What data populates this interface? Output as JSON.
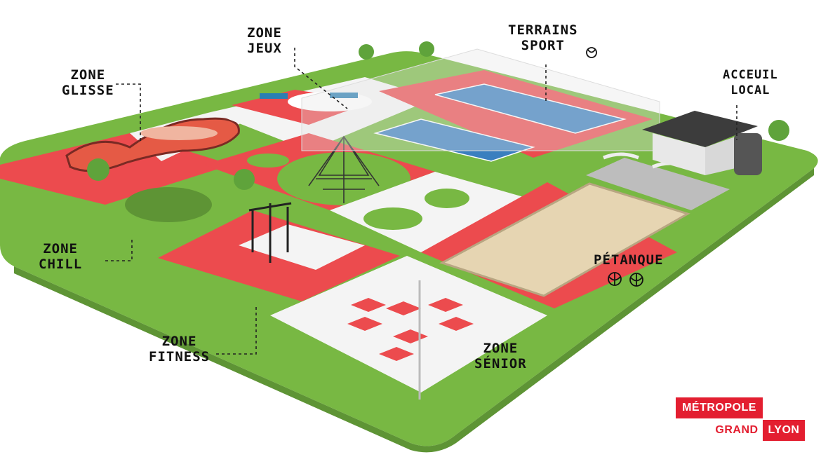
{
  "labels": {
    "zone_glisse": [
      "ZONE",
      "GLISSE"
    ],
    "zone_jeux": [
      "ZONE",
      "JEUX"
    ],
    "terrains_sport": [
      "TERRAINS",
      "SPORT"
    ],
    "accueil_local": [
      "ACCEUIL",
      "LOCAL"
    ],
    "zone_chill": [
      "ZONE",
      "CHILL"
    ],
    "petanque": "PÉTANQUE",
    "zone_fitness": [
      "ZONE",
      "FITNESS"
    ],
    "zone_senior": [
      "ZONE",
      "SÉNIOR"
    ]
  },
  "logo": {
    "line1": "MÉTROPOLE",
    "grand": "GRAND",
    "lyon": "LYON"
  },
  "colors": {
    "grass": "#78b843",
    "red": "#ec4b4e",
    "white": "#f4f4f4",
    "court_blue": "#3a7fbf",
    "sand": "#e6d5b2",
    "brand_red": "#e31e30"
  },
  "icons": [
    "volleyball-icon",
    "petanque-ball-icon"
  ]
}
